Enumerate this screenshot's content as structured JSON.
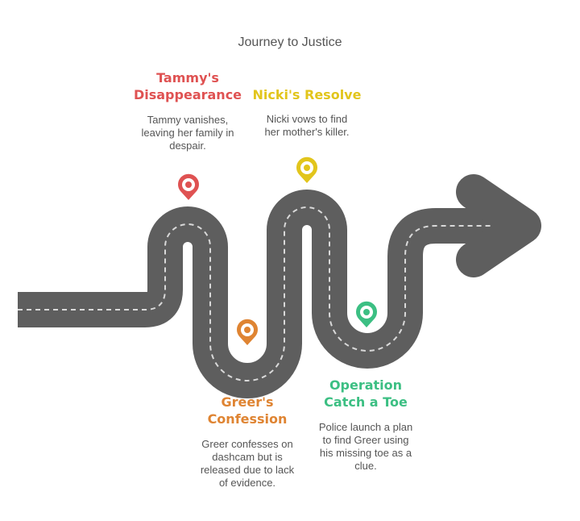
{
  "title": "Journey to Justice",
  "colors": {
    "road": "#5e5e5e",
    "dashes": "#d9d9d9"
  },
  "milestones": [
    {
      "id": "tammys-disappearance",
      "title_lines": [
        "Tammy's",
        "Disappearance"
      ],
      "desc_lines": [
        "Tammy vanishes,",
        "leaving her family in",
        "despair."
      ],
      "color": "#df5252",
      "pin_icon": "map-pin-icon"
    },
    {
      "id": "nickis-resolve",
      "title_lines": [
        "Nicki's Resolve"
      ],
      "desc_lines": [
        "Nicki vows to find",
        "her mother's killer."
      ],
      "color": "#e2c51c",
      "pin_icon": "map-pin-icon"
    },
    {
      "id": "greers-confession",
      "title_lines": [
        "Greer's",
        "Confession"
      ],
      "desc_lines": [
        "Greer confesses on",
        "dashcam but is",
        "released due to lack",
        "of evidence."
      ],
      "color": "#df8432",
      "pin_icon": "map-pin-icon"
    },
    {
      "id": "operation-catch-a-toe",
      "title_lines": [
        "Operation",
        "Catch a Toe"
      ],
      "desc_lines": [
        "Police launch a plan",
        "to find Greer using",
        "his missing toe as a",
        "clue."
      ],
      "color": "#3cbf83",
      "pin_icon": "map-pin-icon"
    }
  ]
}
